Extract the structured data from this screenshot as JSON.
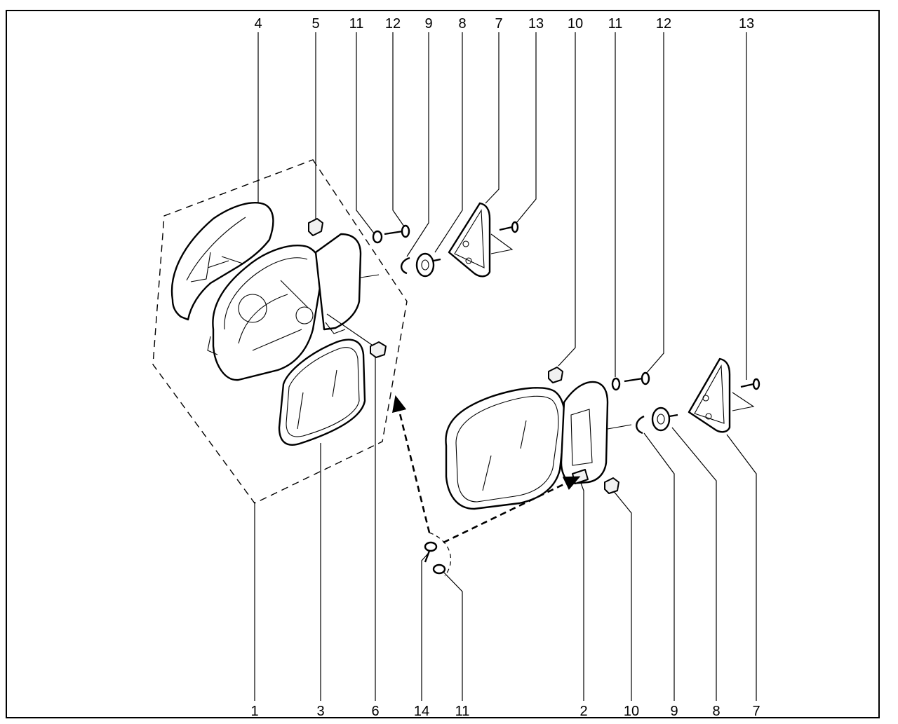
{
  "callouts_top": [
    "4",
    "5",
    "11",
    "12",
    "9",
    "8",
    "7",
    "13",
    "10",
    "11",
    "12",
    "13"
  ],
  "callouts_bottom": [
    "1",
    "3",
    "6",
    "14",
    "11",
    "2",
    "10",
    "9",
    "8",
    "7"
  ],
  "colors": {
    "line": "#000000",
    "background": "#ffffff"
  }
}
